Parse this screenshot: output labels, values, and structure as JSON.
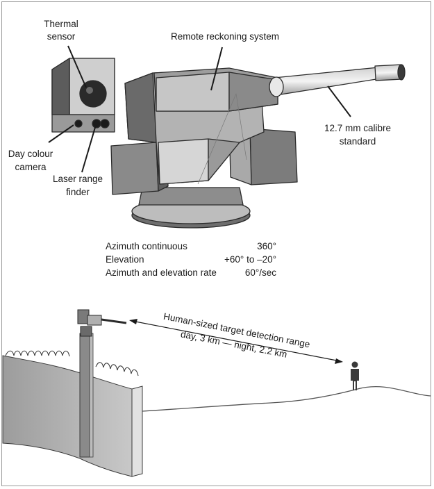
{
  "labels": {
    "thermal_sensor_line1": "Thermal",
    "thermal_sensor_line2": "sensor",
    "remote_system": "Remote reckoning system",
    "calibre_line1": "12.7 mm calibre",
    "calibre_line2": "standard",
    "day_camera_line1": "Day colour",
    "day_camera_line2": "camera",
    "laser_line1": "Laser range",
    "laser_line2": "finder"
  },
  "specs": [
    {
      "name": "Azimuth continuous",
      "value": "360°"
    },
    {
      "name": "Elevation",
      "value": "+60° to –20°"
    },
    {
      "name": "Azimuth and elevation rate",
      "value": "60°/sec"
    }
  ],
  "range": {
    "line1": "Human-sized target detection range",
    "line2": "day, 3 km — night, 2.2 km"
  }
}
